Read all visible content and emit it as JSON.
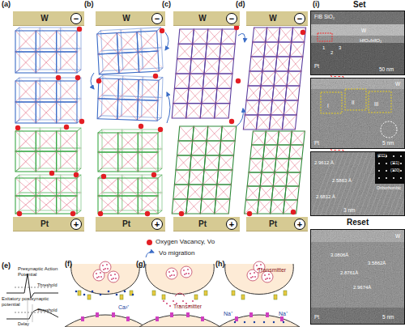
{
  "diagram": {
    "nodes": [
      {
        "text": [
          "W"
        ]
      },
      {
        "text": [
          "−"
        ],
        "in": 0
      },
      {
        "text": [
          "Pt"
        ]
      },
      {
        "text": [
          "+"
        ],
        "in": 2
      },
      {
        "text": [
          "W"
        ]
      },
      {
        "text": [
          "−"
        ],
        "in": 4
      },
      {
        "text": [
          "Pt"
        ]
      },
      {
        "text": [
          "+"
        ],
        "in": 6
      },
      {
        "text": [
          "W"
        ]
      },
      {
        "text": [
          "−"
        ],
        "in": 8
      },
      {
        "text": [
          "Pt"
        ]
      },
      {
        "text": [
          "+"
        ],
        "in": 10
      },
      {
        "text": [
          "W"
        ]
      },
      {
        "text": [
          "−"
        ],
        "in": 12
      },
      {
        "text": [
          "Pt"
        ]
      },
      {
        "text": [
          "+"
        ],
        "in": 14
      },
      {
        "text": [
          "FIB SiO₂",
          "W",
          "HfOₓ/HfO₂",
          "Pt",
          "1",
          "2",
          "3",
          "50 nm"
        ]
      },
      {
        "text": [
          "W",
          "I",
          "II",
          "III",
          "Pt",
          "5 nm"
        ]
      },
      {
        "text": [
          "2.9612 Å",
          "2.5863 Å",
          "2.6812 Å",
          "3 nm",
          "Orthorhombic",
          "(011)",
          "(111)",
          "(100)"
        ]
      },
      {
        "text": [
          "W",
          "3.0806Å",
          "2.8761Å",
          "3.5862Å",
          "2.9674Å",
          "Pt",
          "5 nm"
        ]
      }
    ],
    "edges": [
      {
        "from": 16,
        "to": 17,
        "arrow": "none"
      },
      {
        "from": 17,
        "to": 18,
        "arrow": "none"
      }
    ],
    "labels": [
      "(a)",
      "(b)",
      "(c)",
      "(d)",
      "(e)",
      "(f)",
      "(g)",
      "(h)",
      "(i)",
      "Set",
      "Reset",
      "Presynaptic Action Potential",
      "Threshold",
      "Exitatory postsynaptic potential",
      "Threshold",
      "Delay",
      "Ca²⁺",
      "Transmitter",
      "Transmitter",
      "Na⁺",
      "Na⁺"
    ],
    "legend": [
      {
        "text": "Oxygen Vacancy, Vo",
        "color": "#e31e24"
      },
      {
        "text": "Vo migration"
      }
    ]
  }
}
